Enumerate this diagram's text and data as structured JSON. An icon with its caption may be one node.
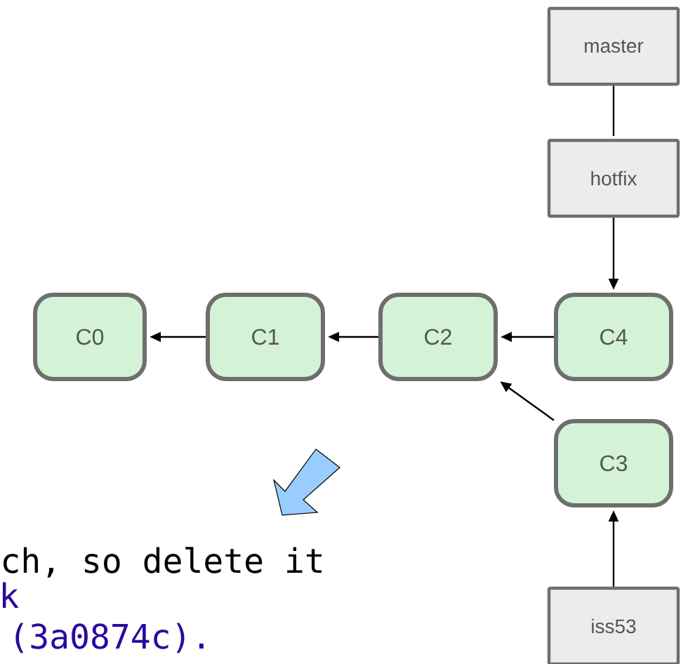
{
  "diagram": {
    "nodes": [
      {
        "text": [
          "master"
        ]
      },
      {
        "text": [
          "hotfix"
        ]
      },
      {
        "text": [
          "C0"
        ]
      },
      {
        "text": [
          "C1"
        ]
      },
      {
        "text": [
          "C2"
        ]
      },
      {
        "text": [
          "C4"
        ]
      },
      {
        "text": [
          "C3"
        ]
      },
      {
        "text": [
          "iss53"
        ]
      }
    ],
    "edges": [
      {
        "from": 0,
        "to": 1,
        "arrow": "none"
      },
      {
        "from": 1,
        "to": 5,
        "arrow": "to"
      },
      {
        "from": 3,
        "to": 2,
        "arrow": "to"
      },
      {
        "from": 4,
        "to": 3,
        "arrow": "to"
      },
      {
        "from": 5,
        "to": 4,
        "arrow": "to"
      },
      {
        "from": 6,
        "to": 4,
        "arrow": "to"
      },
      {
        "from": 7,
        "to": 6,
        "arrow": "to"
      }
    ],
    "labels": [
      "ch, so delete it",
      "k",
      "(3a0874c)."
    ]
  }
}
